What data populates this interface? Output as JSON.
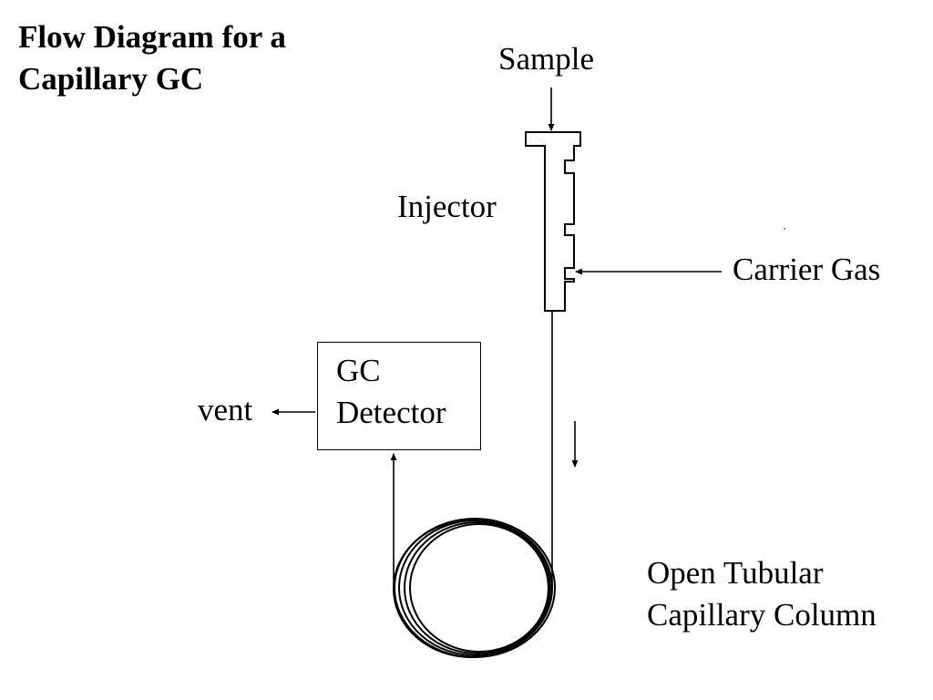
{
  "title": {
    "line1": "Flow Diagram for a",
    "line2": "Capillary GC"
  },
  "labels": {
    "sample": "Sample",
    "injector": "Injector",
    "carrier_gas": "Carrier Gas",
    "vent": "vent",
    "column_line1": "Open Tubular",
    "column_line2": "Capillary Column"
  },
  "detector": {
    "line1": "GC",
    "line2": "Detector"
  }
}
